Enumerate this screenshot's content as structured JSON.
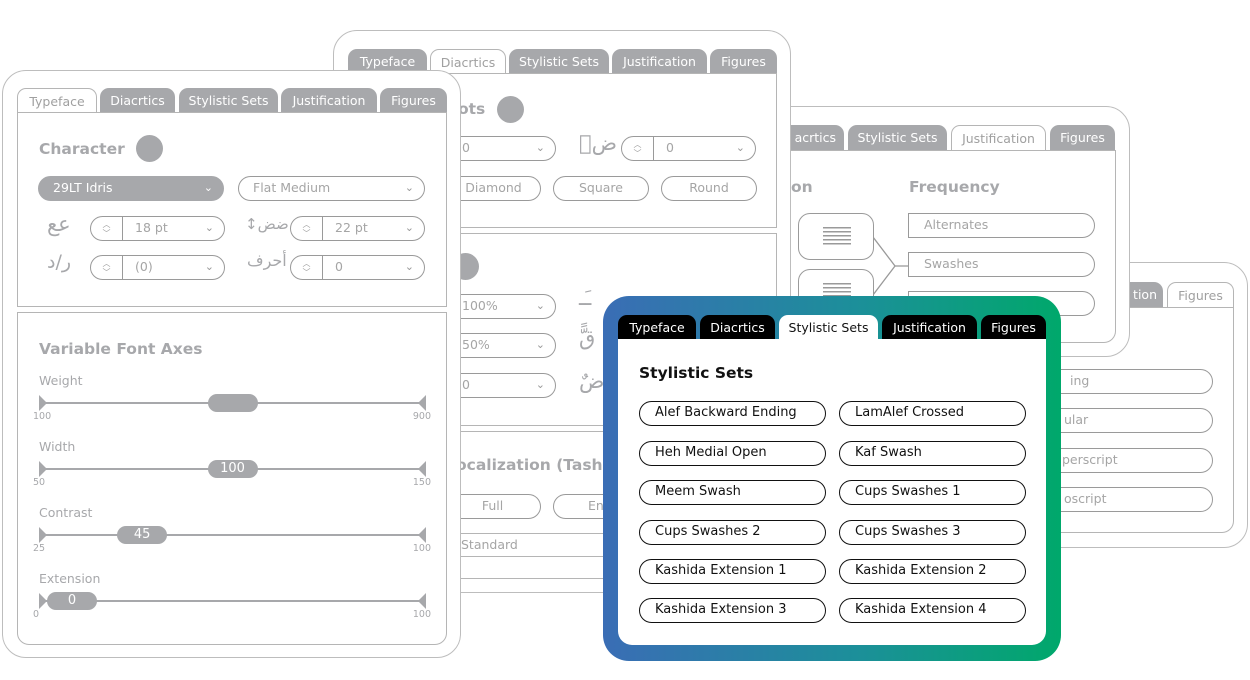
{
  "colors": {
    "tab_gray": "#a7a8ab",
    "front_gradient_start": "#3a6db5",
    "front_gradient_end": "#00a86b",
    "front_tab": "#000000"
  },
  "card_figures": {
    "tabs": [
      "tion",
      "Figures"
    ],
    "active_tab": "Figures",
    "rows": [
      "ing",
      "ular",
      "perscript",
      "oscript"
    ]
  },
  "card_justification": {
    "tabs": [
      "acrtics",
      "Stylistic Sets",
      "Justification",
      "Figures"
    ],
    "active_tab": "Justification",
    "section_heading": "on",
    "frequency_heading": "Frequency",
    "frequency_options": [
      "Alternates",
      "Swashes",
      ""
    ],
    "icons": [
      "paragraph-lines-icon",
      "paragraph-lines-icon"
    ]
  },
  "card_diacritics": {
    "tabs": [
      "Typeface",
      "Diacrtics",
      "Stylistic Sets",
      "Justification",
      "Figures"
    ],
    "active_tab": "Diacrtics",
    "dots": {
      "heading": "ots",
      "dropdown_value": "0",
      "glyph": "ضٛ",
      "stepper_value": "0",
      "shapes": [
        "Diamond",
        "Square",
        "Round"
      ]
    },
    "marks": {
      "dropdowns": [
        "100%",
        "50%",
        "0"
      ],
      "glyphs": [
        "ـَـ",
        "قًّ",
        "ضٌ"
      ]
    },
    "vocalization": {
      "heading": "ocalization (Tash",
      "buttons": [
        "Full",
        "En"
      ],
      "rows": [
        "Standard",
        ""
      ]
    }
  },
  "card_typeface": {
    "tabs": [
      "Typeface",
      "Diacrtics",
      "Stylistic Sets",
      "Justification",
      "Figures"
    ],
    "active_tab": "Typeface",
    "character": {
      "heading": "Character",
      "font_family": "29LT Idris",
      "font_style": "Flat Medium",
      "font_size": {
        "icon": "عع",
        "value": "18 pt"
      },
      "leading": {
        "icon": "↕ضض",
        "value": "22 pt"
      },
      "kerning": {
        "icon": "ر/د",
        "value": "(0)"
      },
      "tracking": {
        "icon": "أحرف",
        "value": "0"
      }
    },
    "variable_axes": {
      "heading": "Variable Font Axes",
      "axes": [
        {
          "label": "Weight",
          "min": 100,
          "max": 900,
          "value": 500,
          "display": ""
        },
        {
          "label": "Width",
          "min": 50,
          "max": 150,
          "value": 100,
          "display": "100"
        },
        {
          "label": "Contrast",
          "min": 25,
          "max": 100,
          "value": 45,
          "display": "45"
        },
        {
          "label": "Extension",
          "min": 0,
          "max": 100,
          "value": 0,
          "display": "0"
        }
      ]
    }
  },
  "card_stylistic_sets": {
    "tabs": [
      "Typeface",
      "Diacrtics",
      "Stylistic Sets",
      "Justification",
      "Figures"
    ],
    "active_tab": "Stylistic Sets",
    "heading": "Stylistic Sets",
    "sets": [
      "Alef Backward Ending",
      "LamAlef Crossed",
      "Heh Medial Open",
      "Kaf Swash",
      "Meem Swash",
      "Cups Swashes 1",
      "Cups Swashes 2",
      "Cups Swashes 3",
      "Kashida Extension 1",
      "Kashida Extension 2",
      "Kashida Extension 3",
      "Kashida Extension 4"
    ]
  }
}
